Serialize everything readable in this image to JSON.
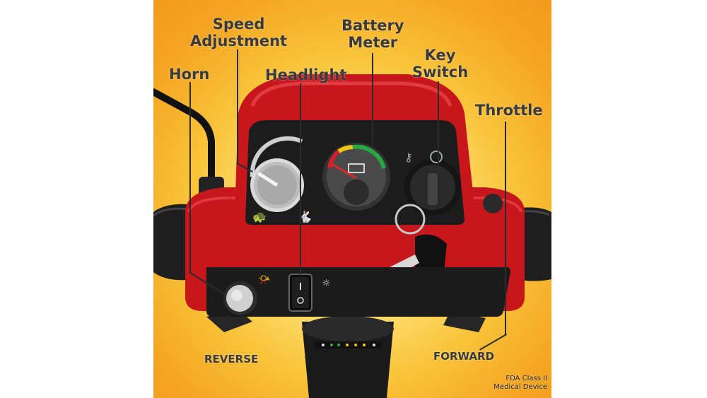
{
  "labels": {
    "horn": "Horn",
    "speed_line1": "Speed",
    "speed_line2": "Adjustment",
    "headlight": "Headlight",
    "battery_line1": "Battery",
    "battery_line2": "Meter",
    "key_line1": "Key",
    "key_line2": "Switch",
    "throttle": "Throttle",
    "reverse": "REVERSE",
    "forward": "FORWARD",
    "fda_line1": "FDA Class II",
    "fda_line2": "Medical Device"
  },
  "colors": {
    "scooter_red": "#c8161d",
    "panel_black": "#1c1c1c",
    "text_dark": "#3a3a3a"
  }
}
